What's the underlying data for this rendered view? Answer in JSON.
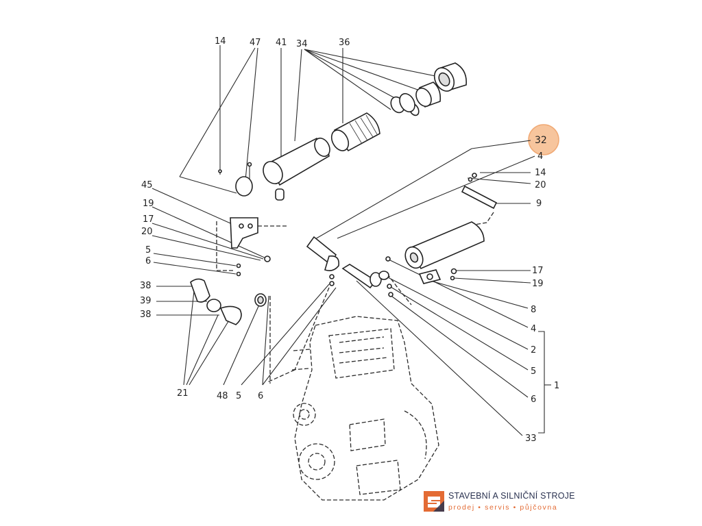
{
  "diagram": {
    "callouts": {
      "c14a": "14",
      "c47": "47",
      "c41": "41",
      "c34": "34",
      "c36": "36",
      "c45": "45",
      "c19a": "19",
      "c17a": "17",
      "c20a": "20",
      "c5a": "5",
      "c6a": "6",
      "c38a": "38",
      "c39": "39",
      "c38b": "38",
      "c21": "21",
      "c48": "48",
      "c5b": "5",
      "c6b": "6",
      "c32": "32",
      "c4a": "4",
      "c14b": "14",
      "c20b": "20",
      "c9": "9",
      "c17b": "17",
      "c19b": "19",
      "c8": "8",
      "c4b": "4",
      "c2": "2",
      "c5c": "5",
      "c1": "1",
      "c6c": "6",
      "c33": "33"
    },
    "highlight_color": "#f5b98a"
  },
  "logo": {
    "name": "STAVEBNÍ A SILNIČNÍ STROJE",
    "tagline": "prodej • servis • půjčovna",
    "colors": {
      "primary": "#2a3250",
      "accent": "#e36b34"
    }
  }
}
